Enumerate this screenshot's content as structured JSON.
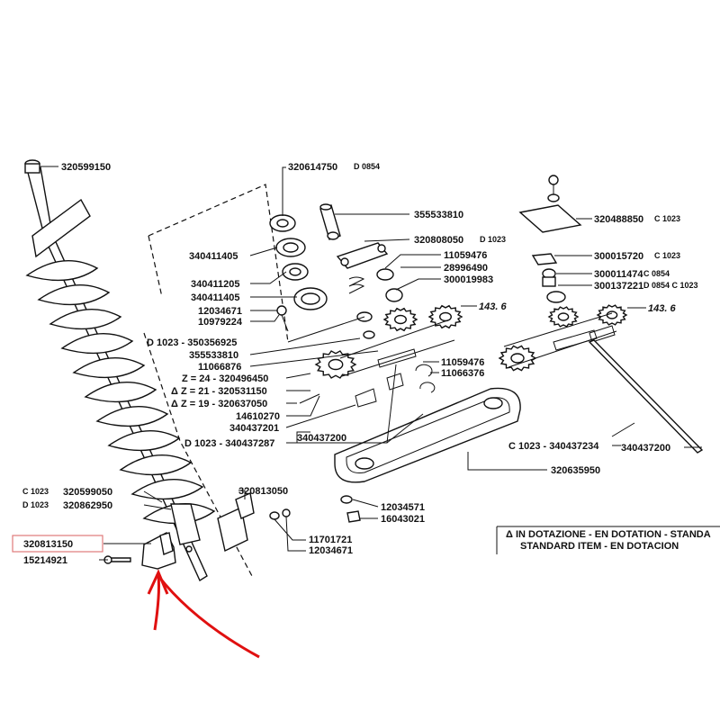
{
  "callouts": {
    "auger_top": "320599150",
    "c1": "320614750",
    "c1_code": "D 0854",
    "c2": "355533810",
    "c3": "320808050",
    "c3_code": "D 1023",
    "c4": "11059476",
    "c5": "28996490",
    "c6": "300019983",
    "c7": "340411405",
    "c8": "340411205",
    "c9": "340411405",
    "c10": "12034671",
    "c11": "10979224",
    "c12": "D 1023 - 350356925",
    "c13": "355533810",
    "c14": "11066876",
    "c15": "Z = 24 - 320496450",
    "c16": "Δ  Z = 21 - 320531150",
    "c17": "Δ  Z = 19 - 320637050",
    "c18": "14610270",
    "c19": "340437201",
    "c20": "D 1023 - 340437287",
    "c21": "340437200",
    "c22": "11059476",
    "c23": "11066376",
    "c24": "143. 6",
    "c25": "320635950",
    "c26": "12034571",
    "c27": "16043021",
    "c28": "320813050",
    "c29": "11701721",
    "c30": "12034671",
    "c31a": "C 1023",
    "c31b": "320599050",
    "c32a": "D 1023",
    "c32b": "320862950",
    "c33": "320813150",
    "c34": "15214921",
    "r1": "320488850",
    "r1_code": "C 1023",
    "r2": "300015720",
    "r2_code": "C 1023",
    "r3": "300011474",
    "r3_code": "C 0854",
    "r4": "300137221",
    "r4_code": "D 0854  C 1023",
    "r5": "143. 6",
    "r6": "C 1023 - 340437234",
    "r7": "340437200"
  },
  "legend": {
    "line1": "Δ  IN DOTAZIONE - EN DOTATION - STANDA",
    "line2": "STANDARD ITEM - EN DOTACION"
  },
  "colors": {
    "highlight_box": "#e07a7a",
    "arrow": "#e01010"
  }
}
